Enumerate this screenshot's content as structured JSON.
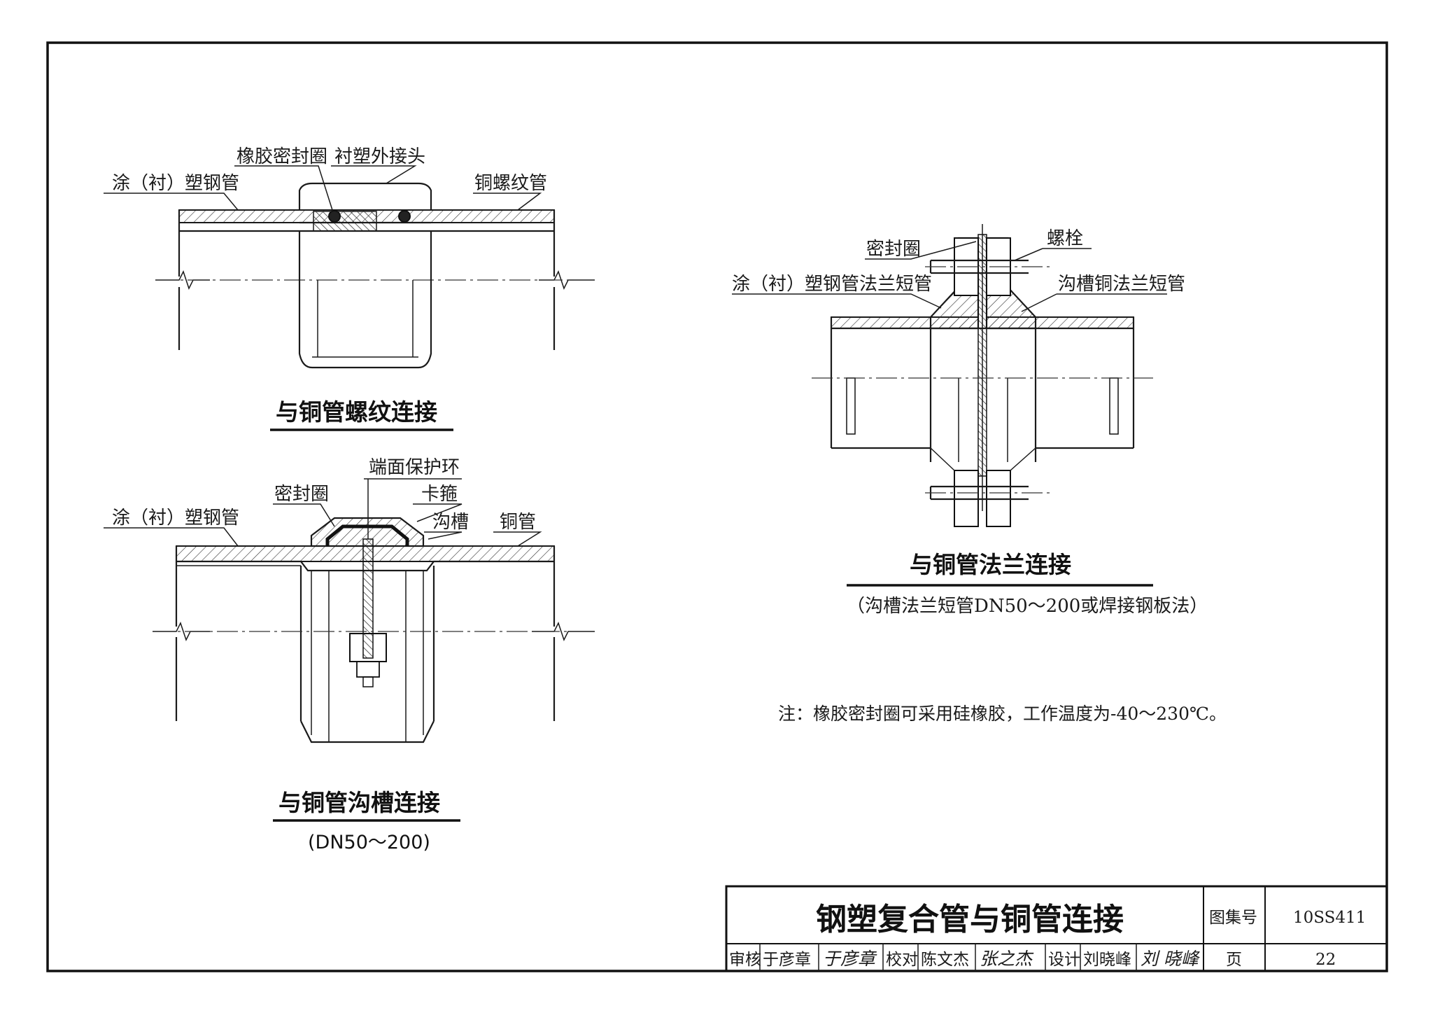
{
  "diagram_a": {
    "title": "与铜管螺纹连接",
    "label_plastic_steel_pipe": "涂（衬）塑钢管",
    "label_rubber_seal": "橡胶密封圈",
    "label_lined_coupling": "衬塑外接头",
    "label_copper_threaded_pipe": "铜螺纹管"
  },
  "diagram_b": {
    "title": "与铜管沟槽连接",
    "subtitle": "(DN50～200)",
    "label_plastic_steel_pipe": "涂（衬）塑钢管",
    "label_seal_ring": "密封圈",
    "label_end_protect_ring": "端面保护环",
    "label_clamp": "卡箍",
    "label_groove": "沟槽",
    "label_copper_pipe": "铜管"
  },
  "diagram_c": {
    "title": "与铜管法兰连接",
    "subtitle": "（沟槽法兰短管DN50～200或焊接钢板法）",
    "label_seal_ring": "密封圈",
    "label_bolt": "螺栓",
    "label_flange_short_pipe": "涂（衬）塑钢管法兰短管",
    "label_groove_copper_flange": "沟槽铜法兰短管"
  },
  "note": "注：橡胶密封圈可采用硅橡胶，工作温度为-40～230℃。",
  "title_block": {
    "title": "钢塑复合管与铜管连接",
    "atlas_label": "图集号",
    "atlas_no": "10SS411",
    "page_label": "页",
    "page_no": "22",
    "review_label": "审核",
    "reviewer": "于彦章",
    "reviewer_sig": "于彦章",
    "check_label": "校对",
    "checker": "陈文杰",
    "checker_sig": "张之杰",
    "design_label": "设计",
    "designer": "刘晓峰",
    "designer_sig": "刘 晓峰"
  }
}
